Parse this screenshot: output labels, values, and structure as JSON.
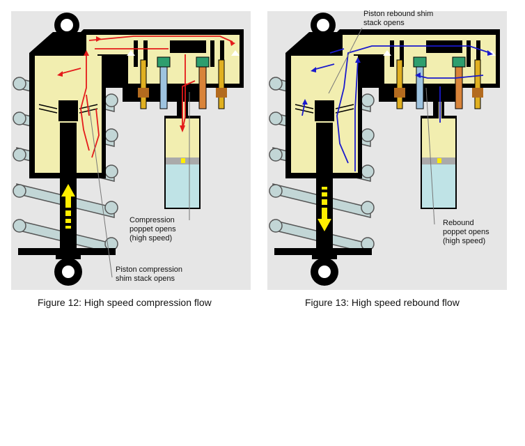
{
  "figures": [
    {
      "caption": "Figure 12: High speed compression flow",
      "flow_direction": "compression",
      "flow_color": "#e41a1a",
      "labels": {
        "poppet": [
          "Compression",
          "poppet opens",
          "(high speed)"
        ],
        "shim": [
          "Piston compression",
          "shim stack opens"
        ]
      }
    },
    {
      "caption": "Figure 13: High speed rebound flow",
      "flow_direction": "rebound",
      "flow_color": "#1a1acc",
      "labels": {
        "shim": [
          "Piston rebound shim",
          "stack opens"
        ],
        "poppet": [
          "Rebound",
          "poppet opens",
          "(high speed)"
        ]
      }
    }
  ],
  "colors": {
    "body": "#000000",
    "oil": "#f2eeb0",
    "reservoir_gas": "#bfe3e6",
    "spring": "#c2d6d6",
    "arrow": "#ffee00",
    "background": "#e6e6e6"
  },
  "icons": [
    "shock-absorber-body",
    "spring-coil",
    "valve-poppet",
    "spring-valve",
    "direction-arrow"
  ]
}
